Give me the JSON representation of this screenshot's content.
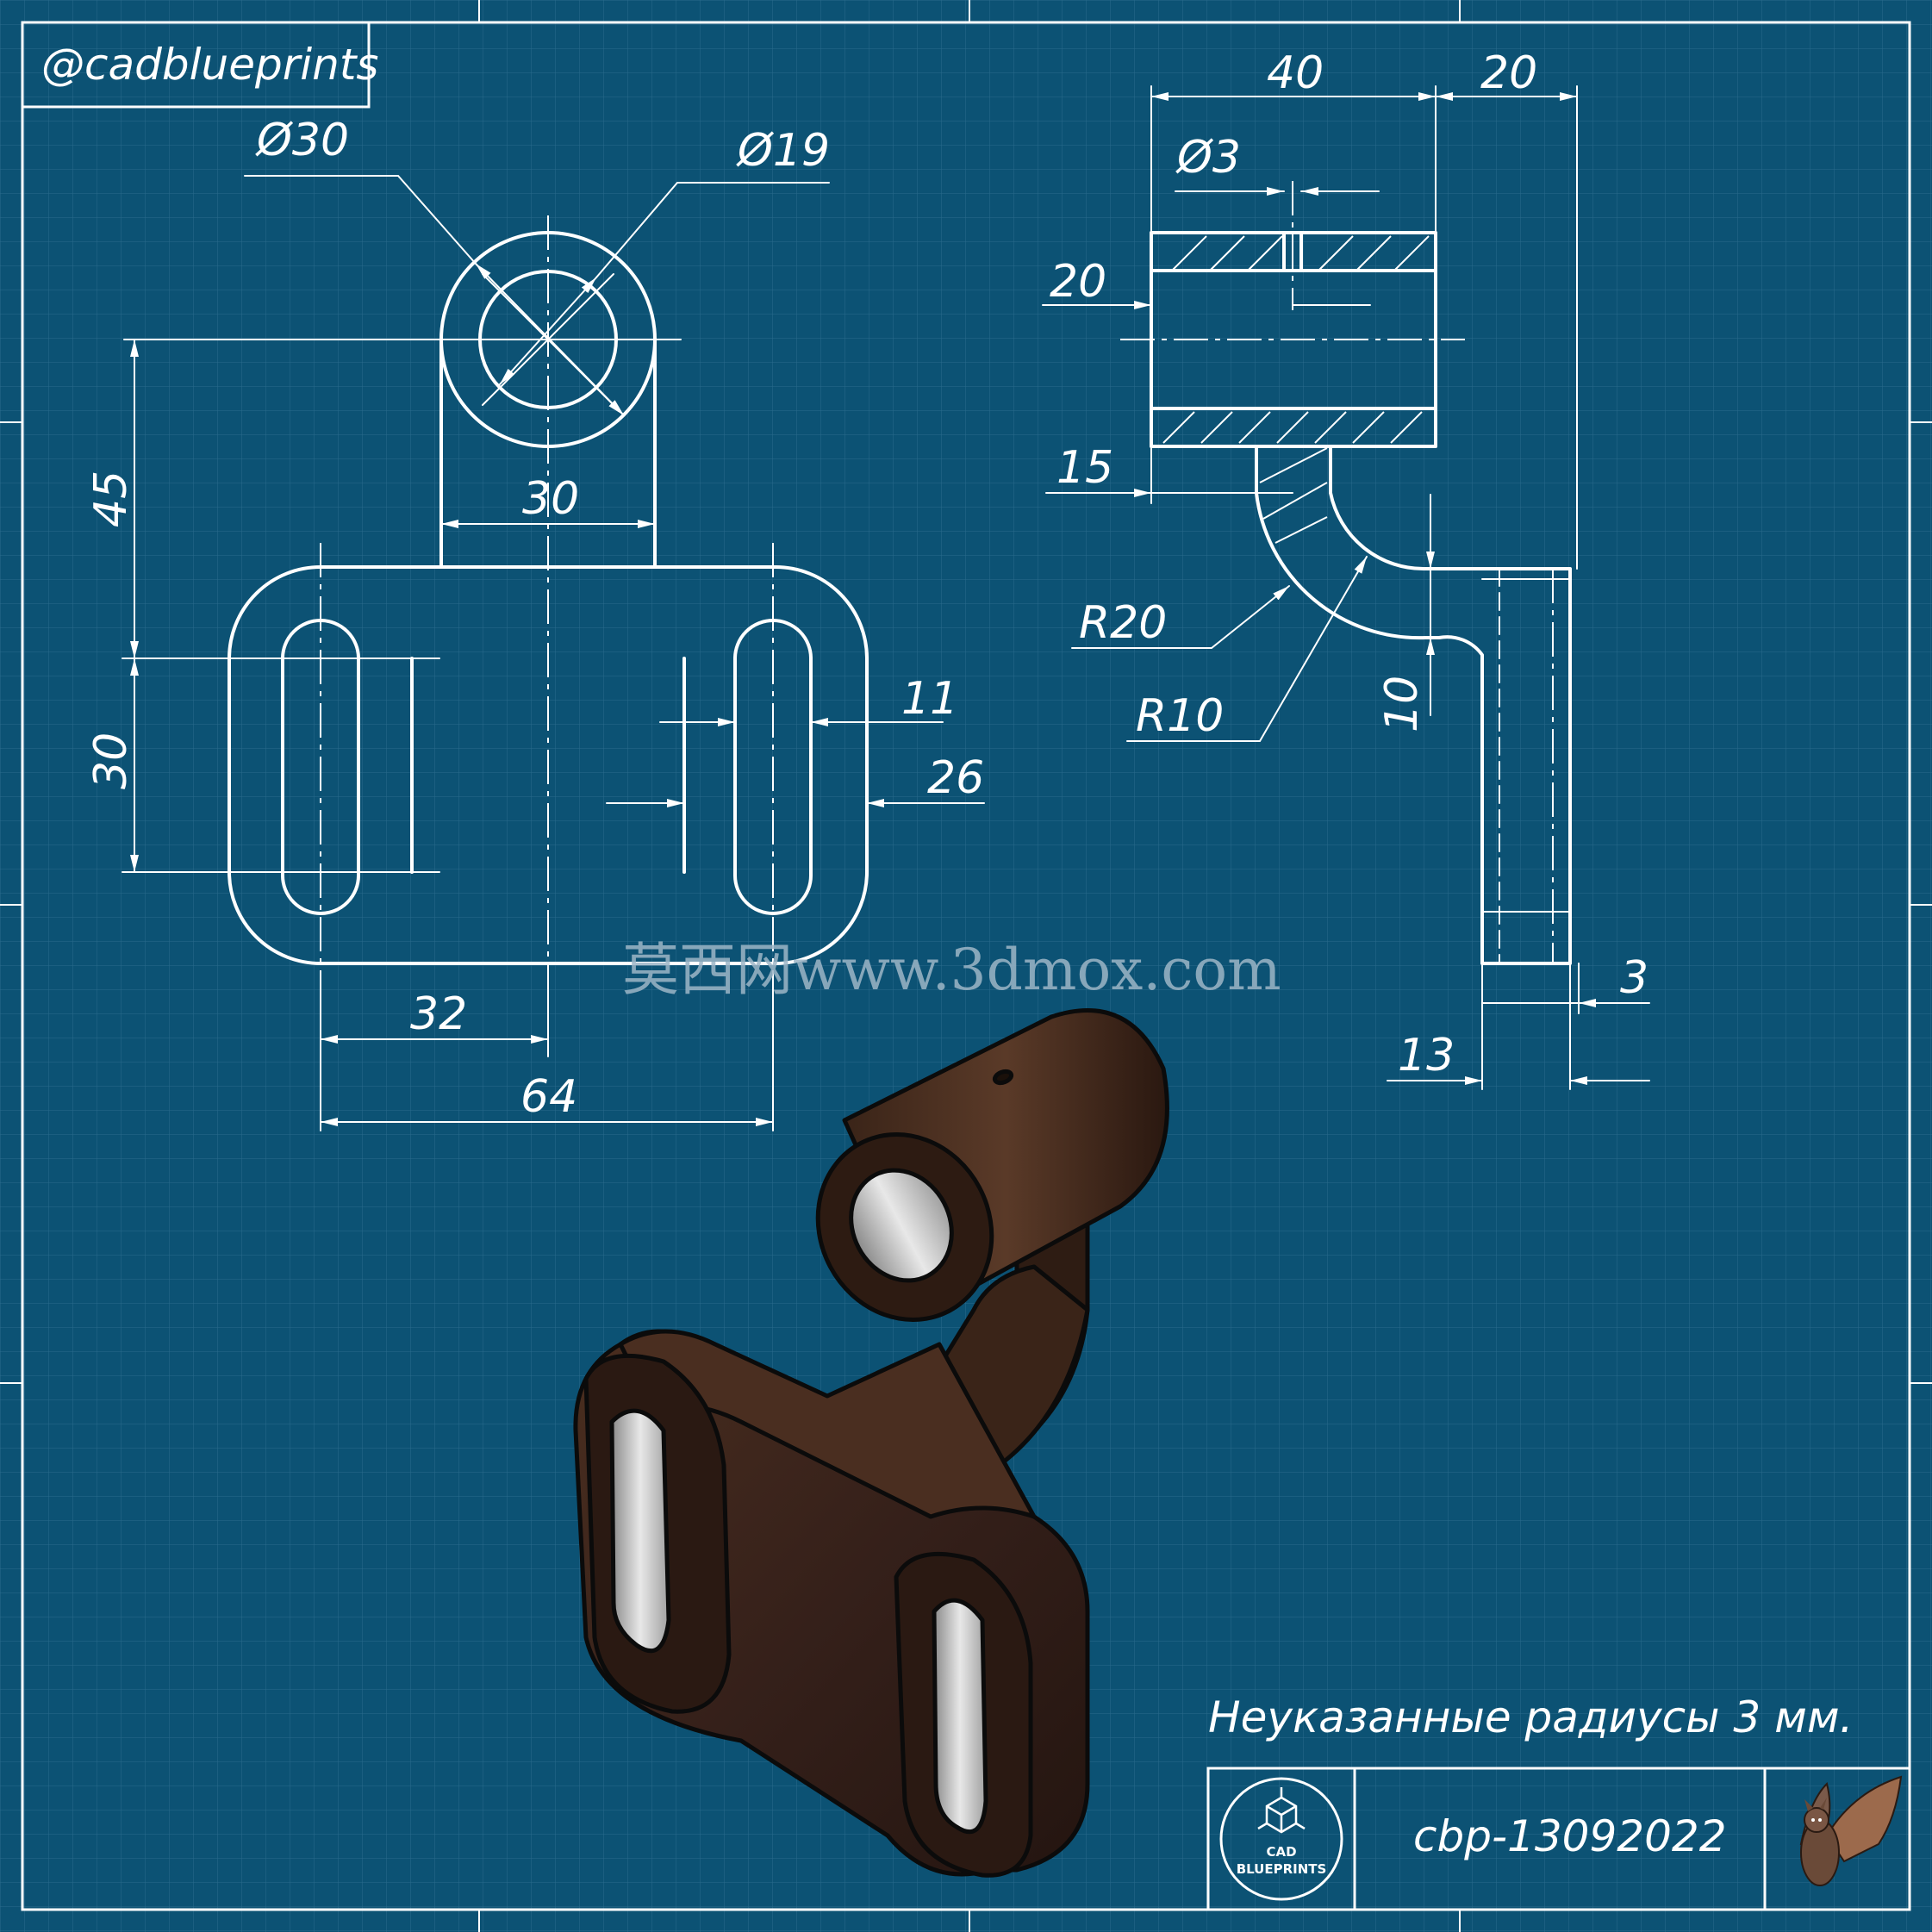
{
  "brand": {
    "handle": "@cadblueprints"
  },
  "front_view": {
    "dims": {
      "phi_outer": "Ø30",
      "phi_inner": "Ø19",
      "height_45": "45",
      "height_30": "30",
      "neck_width": "30",
      "half_width": "32",
      "full_width": "64",
      "slot_width": "11",
      "slot_outer_width": "26"
    }
  },
  "side_view": {
    "dims": {
      "len_40": "40",
      "len_20": "20",
      "phi_hole": "Ø3",
      "wall_20": "20",
      "wall_15": "15",
      "r20": "R20",
      "r10": "R10",
      "thick_10": "10",
      "thick_3": "3",
      "width_13": "13"
    }
  },
  "watermark": "莫西网www.3dmox.com",
  "note": "Неуказанные радиусы 3 мм.",
  "title_block": {
    "logo_line1": "CAD",
    "logo_line2": "BLUEPRINTS",
    "drawing_code": "cbp-13092022"
  },
  "colors": {
    "background": "#0c5274",
    "line": "#ffffff",
    "model_body": "#3b2418"
  },
  "icons": [
    "cube-axes-icon",
    "bat-icon"
  ]
}
